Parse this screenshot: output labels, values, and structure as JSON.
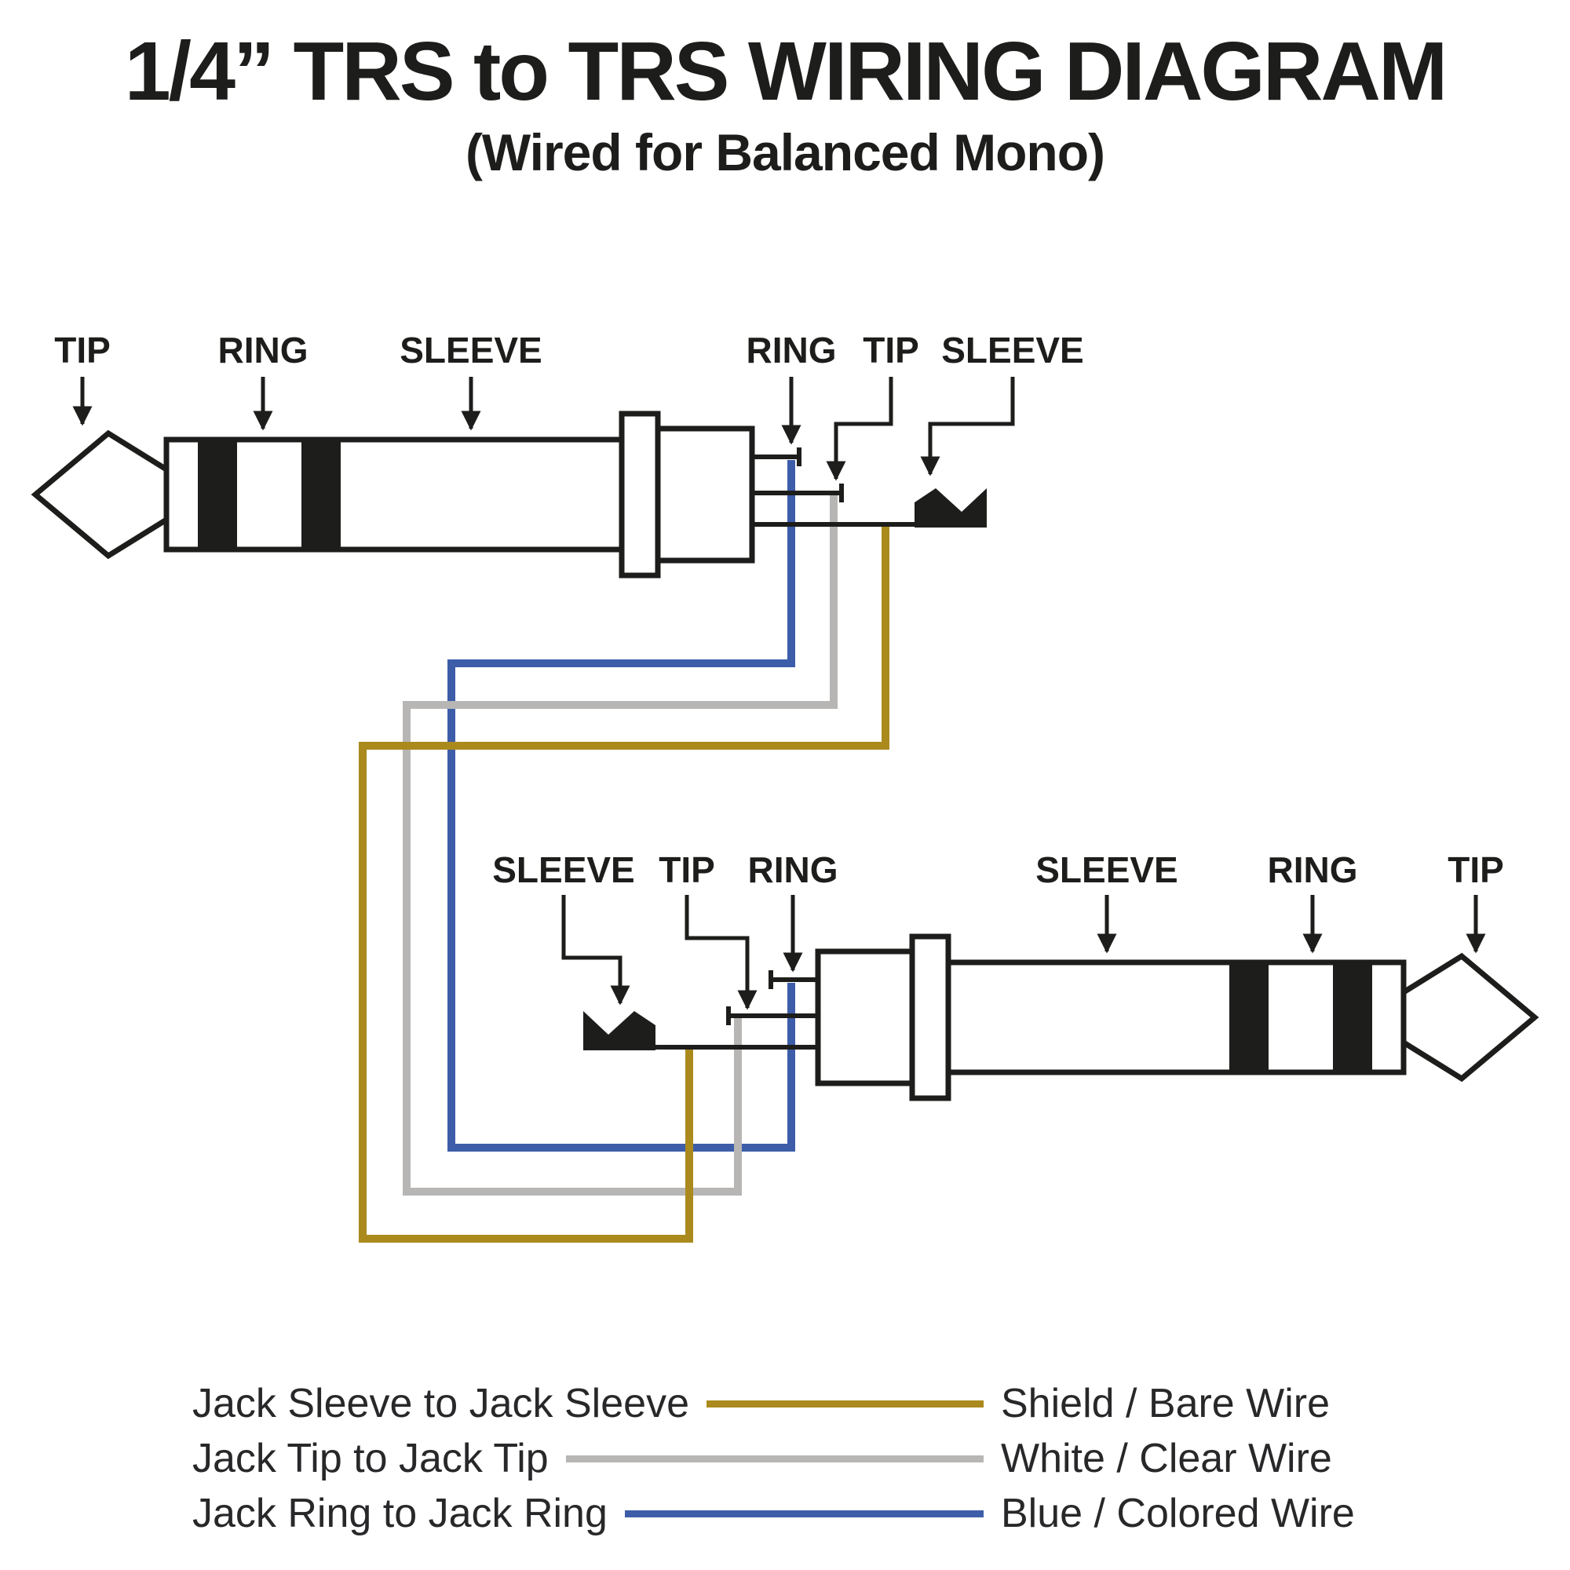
{
  "header": {
    "title": "1/4” TRS to TRS WIRING DIAGRAM",
    "subtitle": "(Wired for Balanced Mono)"
  },
  "colors": {
    "ink": "#1d1d1b",
    "wire_shield": "#ab8a1d",
    "wire_white": "#b7b6b5",
    "wire_blue": "#3d5da9"
  },
  "plug_top": {
    "labels": {
      "tip": "TIP",
      "ring": "RING",
      "sleeve": "SLEEVE"
    },
    "terminal_labels": {
      "ring": "RING",
      "tip": "TIP",
      "sleeve": "SLEEVE"
    }
  },
  "plug_bottom": {
    "terminal_labels": {
      "sleeve": "SLEEVE",
      "tip": "TIP",
      "ring": "RING"
    },
    "labels": {
      "sleeve": "SLEEVE",
      "ring": "RING",
      "tip": "TIP"
    }
  },
  "legend": {
    "rows": [
      {
        "connection": "Jack Sleeve to Jack Sleeve",
        "wire": "Shield / Bare Wire",
        "color": "#ab8a1d"
      },
      {
        "connection": "Jack Tip to Jack Tip",
        "wire": "White / Clear Wire",
        "color": "#b7b6b5"
      },
      {
        "connection": "Jack Ring to Jack Ring",
        "wire": "Blue / Colored Wire",
        "color": "#3d5da9"
      }
    ]
  }
}
